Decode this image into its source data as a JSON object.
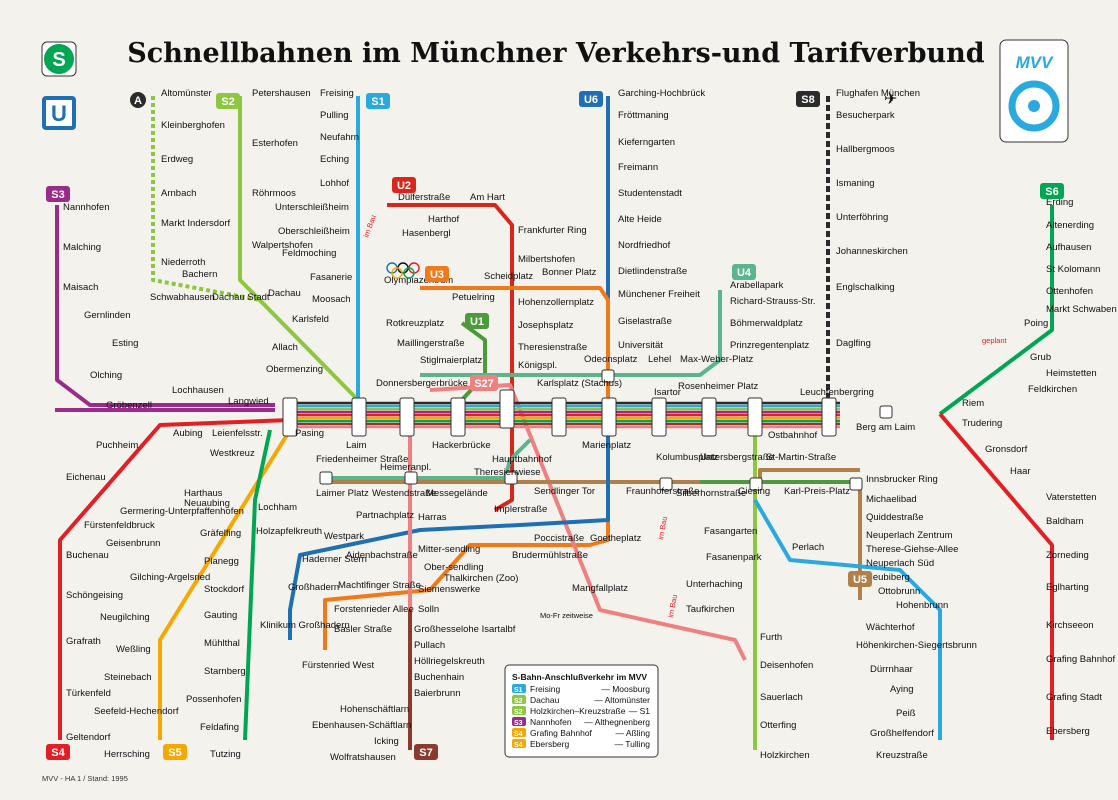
{
  "title": "Schnellbahnen im Münchner Verkehrs-und Tarifverbund",
  "footer": "MVV - HA 1 / Stand: 1995",
  "logos": {
    "s": "S",
    "u": "U",
    "mvv": "MVV"
  },
  "colors": {
    "S1": "#2aa9e0",
    "S2": "#8dc63f",
    "S3": "#9b2b8a",
    "S4": "#e31e24",
    "S5": "#f5a800",
    "S6": "#00a651",
    "S7": "#8b3a2f",
    "S8": "#2b2b2b",
    "S27": "#f08080",
    "U1": "#4b9b3d",
    "U2": "#d9261c",
    "U3": "#f07a1a",
    "U4": "#5ab48c",
    "U5": "#b0804a",
    "U6": "#1f6fb5",
    "U6blue": "#1f6fb5"
  },
  "line_badges": [
    {
      "label": "S1",
      "key": "S1"
    },
    {
      "label": "S2",
      "key": "S2"
    },
    {
      "label": "S3",
      "key": "S3"
    },
    {
      "label": "S4",
      "key": "S4"
    },
    {
      "label": "S5",
      "key": "S5"
    },
    {
      "label": "S6",
      "key": "S6"
    },
    {
      "label": "S7",
      "key": "S7"
    },
    {
      "label": "S8",
      "key": "S8"
    },
    {
      "label": "S27",
      "key": "S27"
    },
    {
      "label": "U1",
      "key": "U1"
    },
    {
      "label": "U2",
      "key": "U2"
    },
    {
      "label": "U3",
      "key": "U3"
    },
    {
      "label": "U4",
      "key": "U4"
    },
    {
      "label": "U5",
      "key": "U5"
    },
    {
      "label": "U6",
      "key": "U6"
    },
    {
      "label": "A",
      "key": "S8"
    }
  ],
  "stations": [
    "Altomünster",
    "Kleinberghofen",
    "Erdweg",
    "Arnbach",
    "Markt Indersdorf",
    "Niederroth",
    "Bachern",
    "Schwabhausen",
    "Dachau Stadt",
    "Petershausen",
    "Esterhofen",
    "Röhrmoos",
    "Walpertshofen",
    "Dachau",
    "Karlsfeld",
    "Allach",
    "Obermenzing",
    "Freising",
    "Pulling",
    "Neufahrn",
    "Eching",
    "Lohhof",
    "Unterschleißheim",
    "Oberschleißheim",
    "Feldmoching",
    "Fasanerie",
    "Moosach",
    "Garching-Hochbrück",
    "Fröttmaning",
    "Kieferngarten",
    "Freimann",
    "Studentenstadt",
    "Alte Heide",
    "Nordfriedhof",
    "Dietlindenstraße",
    "Münchener Freiheit",
    "Giselastraße",
    "Universität",
    "Flughafen München",
    "Besucherpark",
    "Hallbergmoos",
    "Ismaning",
    "Unterföhring",
    "Johanneskirchen",
    "Englschalking",
    "Daglfing",
    "Nannhofen",
    "Malching",
    "Maisach",
    "Gernlinden",
    "Esting",
    "Olching",
    "Gröbenzell",
    "Lochhausen",
    "Langwied",
    "Dülferstraße",
    "Am Hart",
    "Harthof",
    "Hasenbergl",
    "Frankfurter Ring",
    "Milbertshofen",
    "Olympiazentrum",
    "Scheidplatz",
    "Bonner Platz",
    "Petuelring",
    "Hohenzollernplatz",
    "Josephsplatz",
    "Theresienstraße",
    "Königspl.",
    "Rotkreuzplatz",
    "Maillingerstraße",
    "Stiglmaierplatz",
    "Odeonsplatz",
    "Lehel",
    "Max-Weber-Platz",
    "Arabellapark",
    "Richard-Strauss-Str.",
    "Böhmerwaldplatz",
    "Prinzregentenplatz",
    "Erding",
    "Altenerding",
    "Aufhausen",
    "St Kolomann",
    "Ottenhofen",
    "Markt Schwaben",
    "Poing",
    "Grub",
    "Heimstetten",
    "Feldkirchen",
    "Riem",
    "Trudering",
    "Gronsdorf",
    "Haar",
    "Vaterstetten",
    "Baldham",
    "Zorneding",
    "Eglharting",
    "Kirchseeon",
    "Grafing Bahnhof",
    "Grafing Stadt",
    "Ebersberg",
    "Donnersbergerbrücke",
    "Karlsplatz (Stachus)",
    "Isartor",
    "Rosenheimer Platz",
    "Leuchtenbergring",
    "Berg am Laim",
    "Ostbahnhof",
    "St-Martin-Straße",
    "Innsbrucker Ring",
    "Michaelibad",
    "Quiddestraße",
    "Neuperlach Zentrum",
    "Therese-Giehse-Allee",
    "Neuperlach Süd",
    "Neubiberg",
    "Ottobrunn",
    "Hohenbrunn",
    "Wächterhof",
    "Höhenkirchen-Siegertsbrunn",
    "Dürrnhaar",
    "Aying",
    "Peiß",
    "Großhelfendorf",
    "Kreuzstraße",
    "Puchheim",
    "Aubing",
    "Leienfelsstr.",
    "Pasing",
    "Laim",
    "Hackerbrücke",
    "Hauptbahnhof",
    "Marienplatz",
    "Westkreuz",
    "Friedenheimer Straße",
    "Heimeranpl.",
    "Theresienwiese",
    "Laimer Platz",
    "Westendstraße",
    "Messegelände",
    "Partnachplatz",
    "Harras",
    "Implerstraße",
    "Sendlinger Tor",
    "Fraunhoferstraße",
    "Kolumbusplatz",
    "Untersbergstraße",
    "Silberhornstraße",
    "Giesing",
    "Karl-Preis-Platz",
    "Eichenau",
    "Fürstenfeldbruck",
    "Buchenau",
    "Schöngeising",
    "Grafrath",
    "Türkenfeld",
    "Geltendorf",
    "Neuaubing",
    "Harthaus",
    "Germering-Unterpfaffenhofen",
    "Geisenbrunn",
    "Gilching-Argelsried",
    "Neugilching",
    "Weßling",
    "Steinebach",
    "Seefeld-Hechendorf",
    "Herrsching",
    "Lochham",
    "Gräfelfing",
    "Planegg",
    "Stockdorf",
    "Gauting",
    "Mühlthal",
    "Starnberg",
    "Possenhofen",
    "Feldafing",
    "Tutzing",
    "Holzapfelkreuth",
    "Westpark",
    "Haderner Stern",
    "Großhadern",
    "Klinikum Großhadern",
    "Aidenbachstraße",
    "Machtlfinger Straße",
    "Forstenrieder Allee",
    "Basler Straße",
    "Fürstenried West",
    "Mitter-sendling",
    "Ober-sendling",
    "Siemenswerke",
    "Solln",
    "Großhesselohe Isartalbf",
    "Pullach",
    "Höllriegelskreuth",
    "Buchenhain",
    "Baierbrunn",
    "Hohenschäftlarn",
    "Ebenhausen-Schäftlarn",
    "Icking",
    "Wolfratshausen",
    "Poccistraße",
    "Goetheplatz",
    "Brudermühlstraße",
    "Thalkirchen (Zoo)",
    "Mangfallplatz",
    "Fasangarten",
    "Fasanenpark",
    "Unterhaching",
    "Taufkirchen",
    "Furth",
    "Deisenhofen",
    "Sauerlach",
    "Otterfing",
    "Holzkirchen",
    "Perlach"
  ],
  "notes": {
    "im_bau": "im Bau",
    "geplant": "geplant",
    "mo_fr": "Mo-Fr zeitweise"
  },
  "legend": {
    "title": "S-Bahn-Anschlußverkehr im MVV",
    "rows": [
      {
        "line": "S1",
        "key": "S1",
        "from": "Freising",
        "to": "Moosburg"
      },
      {
        "line": "S2",
        "key": "S2",
        "from": "Dachau",
        "to": "Altomünster"
      },
      {
        "line": "S2",
        "key": "S2",
        "from": "Holzkirchen–Kreuzstraße",
        "to": "S1"
      },
      {
        "line": "S3",
        "key": "S3",
        "from": "Nannhofen",
        "to": "Althegnenberg"
      },
      {
        "line": "S4",
        "key": "S5",
        "from": "Grafing Bahnhof",
        "to": "Aßling"
      },
      {
        "line": "S4",
        "key": "S5",
        "from": "Ebersberg",
        "to": "Tulling"
      }
    ]
  }
}
